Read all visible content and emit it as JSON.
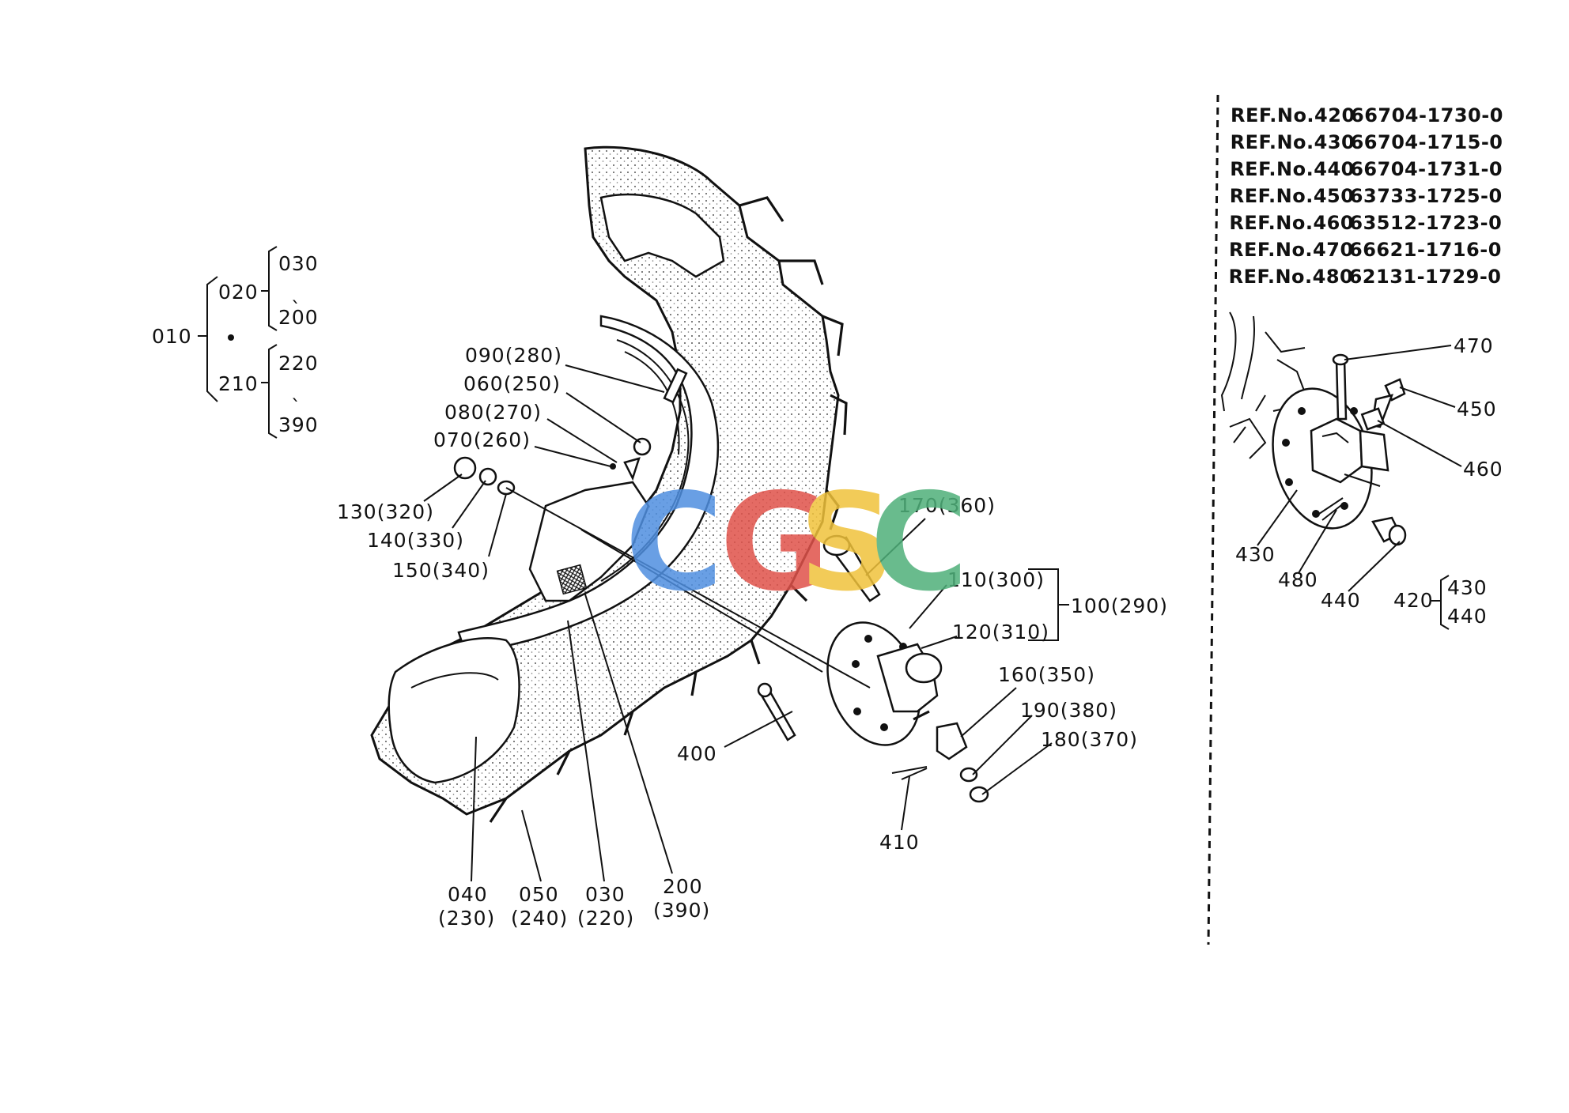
{
  "tree": {
    "root": "010",
    "children": [
      {
        "code": "020",
        "top": "030",
        "sep": "ˎ",
        "bottom": "200"
      },
      {
        "code": "210",
        "top": "220",
        "sep": "ˎ",
        "bottom": "390"
      }
    ],
    "middle_mark": "•"
  },
  "callouts": {
    "c090": "090(280)",
    "c060": "060(250)",
    "c080": "080(270)",
    "c070": "070(260)",
    "c130": "130(320)",
    "c140": "140(330)",
    "c150": "150(340)",
    "c170": "170(360)",
    "c110": "110(300)",
    "c120": "120(310)",
    "c100": "100(290)",
    "c160": "160(350)",
    "c190": "190(380)",
    "c180": "180(370)",
    "c400": "400",
    "c410": "410",
    "c040_a": "040",
    "c040_b": "(230)",
    "c050_a": "050",
    "c050_b": "(240)",
    "c030_a": "030",
    "c030_b": "(220)",
    "c200_a": "200",
    "c200_b": "(390)"
  },
  "ref_table": [
    {
      "label": "REF.No.420",
      "part": "66704-1730-0"
    },
    {
      "label": "REF.No.430",
      "part": "66704-1715-0"
    },
    {
      "label": "REF.No.440",
      "part": "66704-1731-0"
    },
    {
      "label": "REF.No.450",
      "part": "63733-1725-0"
    },
    {
      "label": "REF.No.460",
      "part": "63512-1723-0"
    },
    {
      "label": "REF.No.470",
      "part": "66621-1716-0"
    },
    {
      "label": "REF.No.480",
      "part": "62131-1729-0"
    }
  ],
  "inset": {
    "l470": "470",
    "l450": "450",
    "l460": "460",
    "l430": "430",
    "l480": "480",
    "l440": "440",
    "l420": "420",
    "sub_top": "430",
    "sub_bottom": "440"
  },
  "watermark": {
    "letters": [
      "C",
      "G",
      "S",
      "C"
    ],
    "colors": [
      "#4f8fe0",
      "#e0524a",
      "#f0c23b",
      "#4fb07a"
    ]
  }
}
